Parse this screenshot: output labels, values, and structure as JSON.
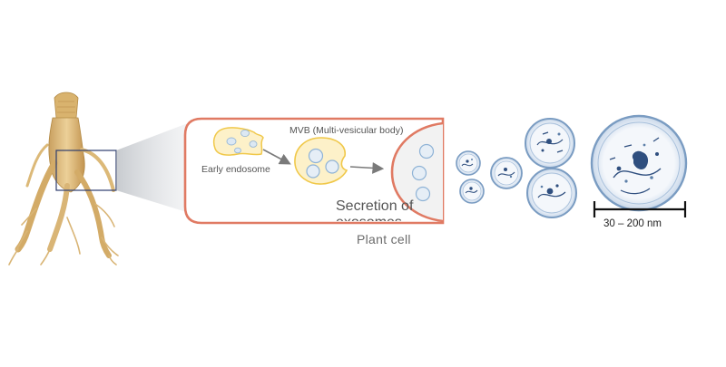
{
  "labels": {
    "early_endosome": "Early endosome",
    "mvb": "MVB (Multi-vesicular  body)",
    "secretion_line1": "Secretion  of",
    "secretion_line2": "exosomes",
    "plant_cell": "Plant  cell",
    "scale": "30 – 200 nm"
  },
  "colors": {
    "cell_outline": "#e07a63",
    "endosome_fill": "#fdf1c9",
    "endosome_outline": "#f0c84a",
    "vesicle_fill": "#e6eef6",
    "vesicle_outline": "#8fb3d6",
    "exosome_outline": "#7a9cc2",
    "exosome_cargo": "#2f4f7f",
    "arrow": "#7a7a7a",
    "root": "#d8b270",
    "zoom_box": "#2d3d6e"
  },
  "icons": [
    "ginseng-root-image",
    "zoom-box",
    "arrow-icon",
    "scale-bar"
  ]
}
